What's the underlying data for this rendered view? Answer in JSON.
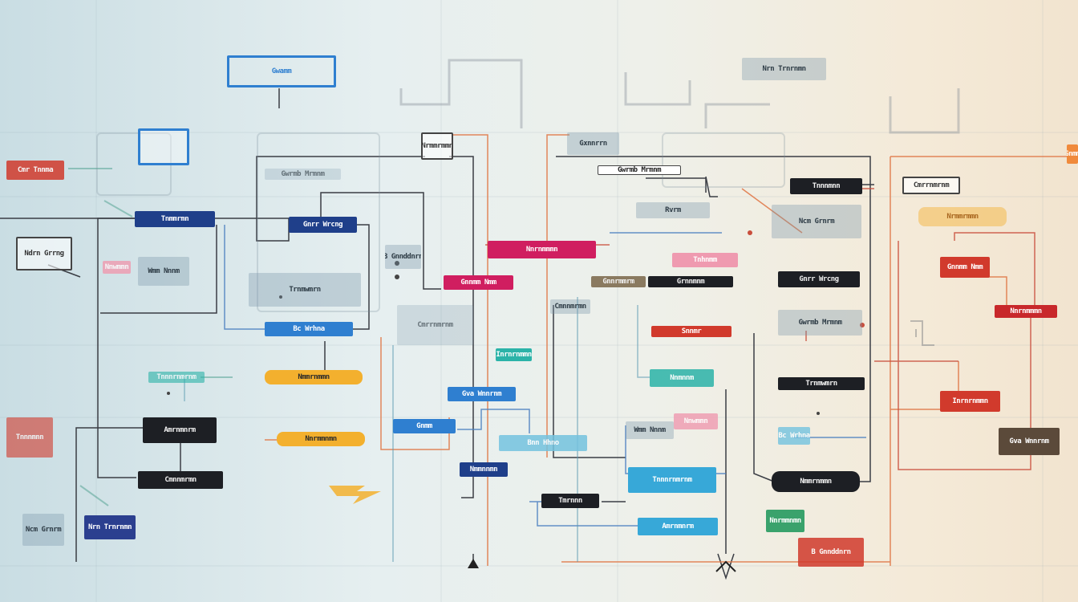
{
  "diagram": {
    "colors": {
      "navy": "#1f3f8a",
      "blue": "#2f7fd0",
      "cyan": "#37a8d8",
      "magenta": "#d01e60",
      "red": "#d13a2c",
      "orange": "#f3b02e",
      "dark": "#1d1f24",
      "pink": "#ef9ab0",
      "wire_dark": "#3a3d44",
      "wire_orange": "#e07a4a",
      "wire_red": "#c94e3c",
      "wire_blue": "#4a7fc0"
    },
    "icons": [
      "fork-connector-icon",
      "arrow-up-icon",
      "lightning-bolt-icon",
      "monitor-icon",
      "tree-node-icon"
    ],
    "nodes": [
      {
        "label": "Gwamm"
      },
      {
        "label": "Cmr Tnnma"
      },
      {
        "label": "Tnmmrmn"
      },
      {
        "label": "Ndrn Grrng"
      },
      {
        "label": "Nnwmmn"
      },
      {
        "label": "Wmm Nnnm"
      },
      {
        "label": "Tnnnrnmrnm"
      },
      {
        "label": "Amrnmnrm"
      },
      {
        "label": "Cmnnmrmn"
      },
      {
        "label": "Nrn Trnrnmn"
      },
      {
        "label": "Tnnnmnn"
      },
      {
        "label": "Ncm Grnrm"
      },
      {
        "label": "Gnrr Wrcng"
      },
      {
        "label": "Gwrmb Mrmnm"
      },
      {
        "label": "Trnmwmrn"
      },
      {
        "label": "Bc Wrhna"
      },
      {
        "label": "Nmmrnmmn"
      },
      {
        "label": "Nnrmmnmn"
      },
      {
        "label": "B Gnnddnrn"
      },
      {
        "label": "Cmrrnmrnm"
      },
      {
        "label": "Nrmmrmmn"
      },
      {
        "label": "Gnnmm Nmm"
      },
      {
        "label": "Nnrnmmmn"
      },
      {
        "label": "Inrnrnmmn"
      },
      {
        "label": "Gva Wnnrnm"
      },
      {
        "label": "Gnmm"
      },
      {
        "label": "Bnn Hhno"
      },
      {
        "label": "Nmmnnmn"
      },
      {
        "label": "Tmrnnn"
      },
      {
        "label": "Gxnnrrn"
      },
      {
        "label": "Rvrm"
      },
      {
        "label": "Tnhnmm"
      },
      {
        "label": "Gnnrmmrm"
      },
      {
        "label": "Grnnmnm"
      },
      {
        "label": "Snnmr"
      },
      {
        "label": "Nnmnnm"
      }
    ]
  }
}
